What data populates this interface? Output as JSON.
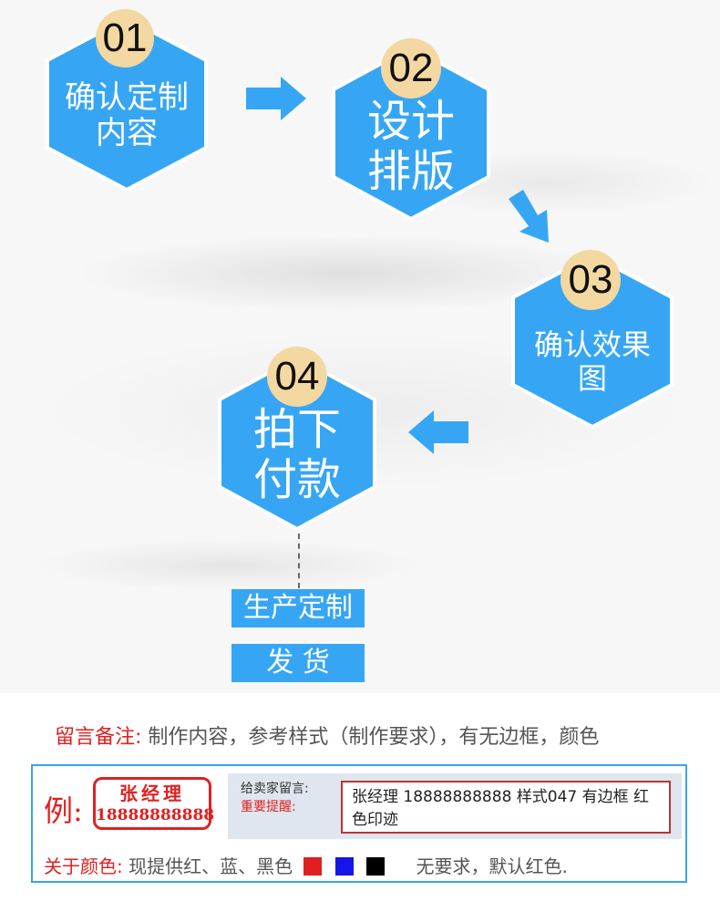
{
  "colors": {
    "accent_blue": "#36a6f4",
    "hex_border": "#ffffff",
    "number_circle": "#f3d8a2",
    "red": "#e02020",
    "blue": "#1515e8",
    "black": "#000000"
  },
  "steps": [
    {
      "num": "01",
      "label": "确认定制\n内容"
    },
    {
      "num": "02",
      "label": "设计\n排版"
    },
    {
      "num": "03",
      "label": "确认效果\n图"
    },
    {
      "num": "04",
      "label": "拍下\n付款"
    }
  ],
  "bars": {
    "produce": "生产定制",
    "ship": "发 货"
  },
  "note": {
    "label": "留言备注:",
    "text": "制作内容，参考样式（制作要求），有无边框，颜色"
  },
  "example": {
    "label": "例:",
    "stamp_name": "张经理",
    "stamp_phone": "18888888888",
    "msg_title": "给卖家留言:",
    "msg_remind": "重要提醒:",
    "msg_text": "张经理  18888888888  样式047 有边框 红色印迹",
    "colors_label": "关于颜色:",
    "colors_text": "现提供红、蓝、黑色",
    "default_text": "无要求，默认红色."
  }
}
